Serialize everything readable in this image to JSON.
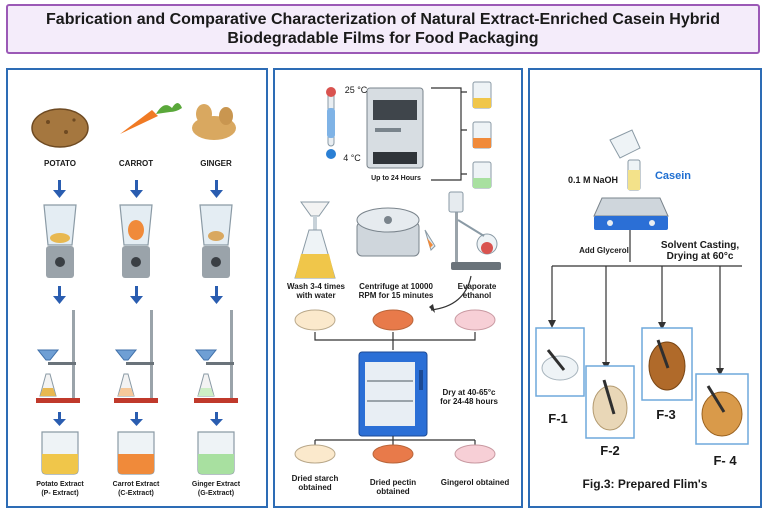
{
  "title": {
    "line1": "Fabrication and Comparative Characterization of Natural Extract-Enriched Casein Hybrid",
    "line2": "Biodegradable Films for Food Packaging"
  },
  "panel1": {
    "sources": [
      "POTATO",
      "CARROT",
      "GINGER"
    ],
    "extracts": [
      {
        "line1": "Potato Extract",
        "line2": "(P- Extract)"
      },
      {
        "line1": "Carrot Extract",
        "line2": "(C-Extract)"
      },
      {
        "line1": "Ginger Extract",
        "line2": "(G-Extract)"
      }
    ]
  },
  "panel2": {
    "temp_high": "25 °C",
    "temp_low": "4 °C",
    "duration": "Up to 24 Hours",
    "wash": {
      "line1": "Wash 3-4 times",
      "line2": "with water"
    },
    "centrifuge": {
      "line1": "Centrifuge at 10000",
      "line2": "RPM for 15 minutes"
    },
    "evaporate": {
      "line1": "Evaporate",
      "line2": "ethanol"
    },
    "dry": {
      "line1": "Dry at 40-65°c",
      "line2": "for 24-48 hours"
    },
    "obtained": [
      {
        "line1": "Dried starch",
        "line2": "obtained"
      },
      {
        "line1": "Dried pectin",
        "line2": "obtained"
      },
      {
        "line1": "Gingerol obtained",
        "line2": ""
      }
    ]
  },
  "panel3": {
    "naoh": "0.1 M NaOH",
    "casein": "Casein",
    "glycerol": "Add Glycerol",
    "casting": {
      "line1": "Solvent Casting,",
      "line2": "Drying at 60°c"
    },
    "films": [
      "F-1",
      "F-2",
      "F-3",
      "F- 4"
    ],
    "caption": "Fig.3: Prepared Flim's"
  },
  "colors": {
    "panel_border": "#2d6cb5",
    "title_border": "#9b59b6",
    "arrow": "#2a5db0",
    "potato": "#e8b850",
    "carrot": "#f08a3a",
    "ginger": "#a8e0a0",
    "pectin": "#e87a4a",
    "gingerol": "#f4b8c0"
  }
}
